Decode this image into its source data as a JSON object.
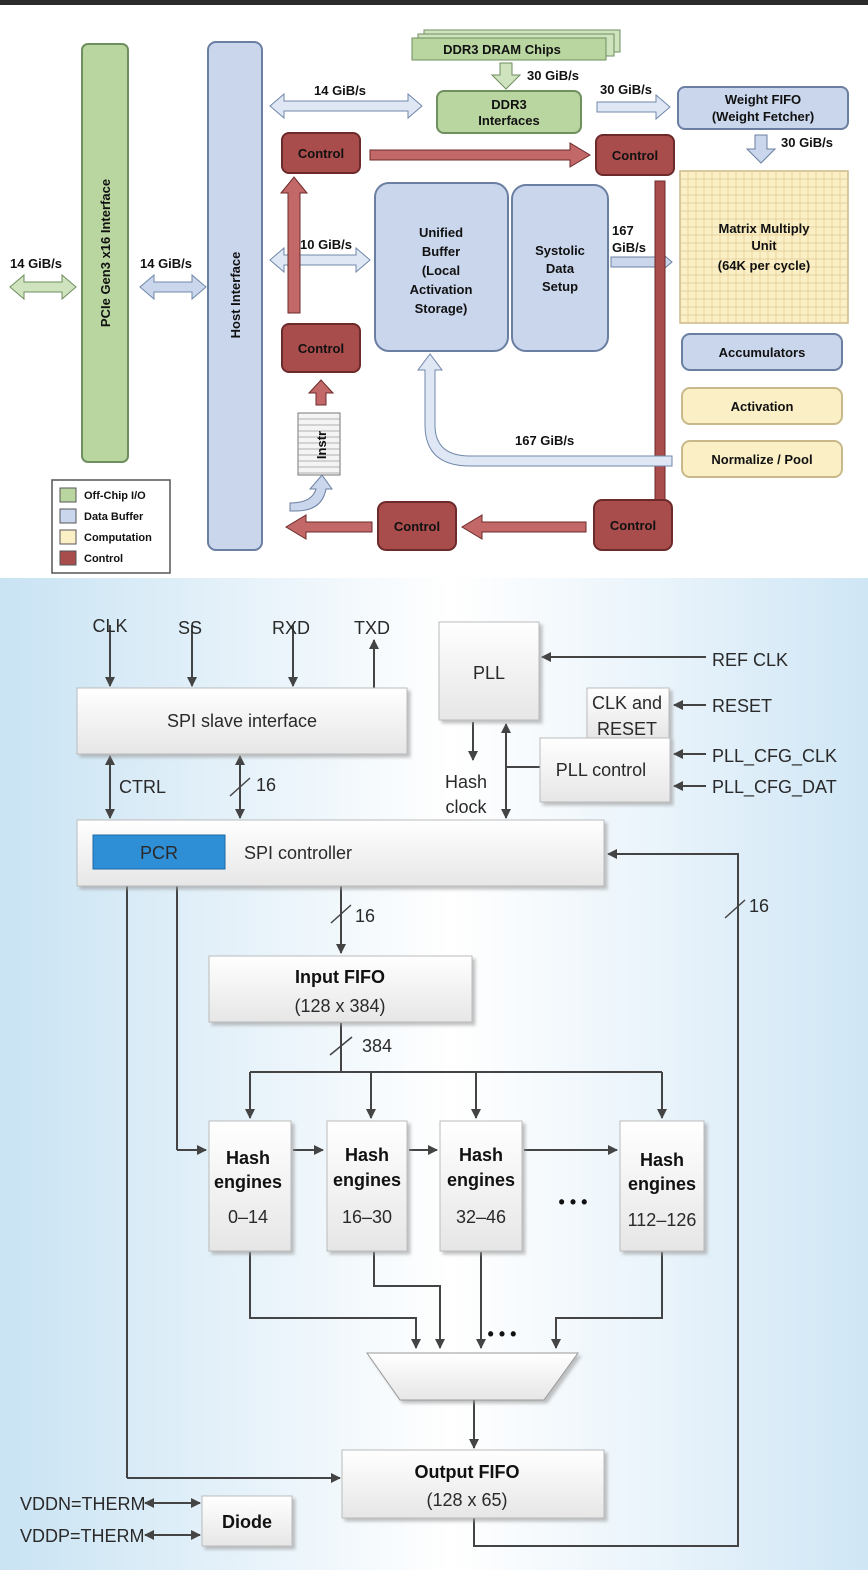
{
  "tpu": {
    "pcie": "PCIe Gen3 x16 Interface",
    "host": "Host Interface",
    "dram_chips": "DDR3 DRAM Chips",
    "ddr3_if_1": "DDR3",
    "ddr3_if_2": "Interfaces",
    "weight_fifo_1": "Weight FIFO",
    "weight_fifo_2": "(Weight Fetcher)",
    "control": "Control",
    "ub_1": "Unified",
    "ub_2": "Buffer",
    "ub_3": "(Local",
    "ub_4": "Activation",
    "ub_5": "Storage)",
    "sys_1": "Systolic",
    "sys_2": "Data",
    "sys_3": "Setup",
    "mmu_1": "Matrix Multiply",
    "mmu_2": "Unit",
    "mmu_3": "(64K per cycle)",
    "accumulators": "Accumulators",
    "activation": "Activation",
    "normalize": "Normalize / Pool",
    "instr": "Instr",
    "bw_14": "14 GiB/s",
    "bw_30": "30 GiB/s",
    "bw_10": "10 GiB/s",
    "bw_167": "167 GiB/s",
    "bw_167_a": "167",
    "bw_167_b": "GiB/s",
    "legend": {
      "offchip": "Off-Chip I/O",
      "databuf": "Data Buffer",
      "compute": "Computation",
      "control": "Control"
    },
    "colors": {
      "offchip": "#b9d6a1",
      "databuf": "#c9d6ec",
      "compute": "#fbefc6",
      "control": "#a94c4c"
    }
  },
  "hash": {
    "clk": "CLK",
    "ss": "SS",
    "rxd": "RXD",
    "txd": "TXD",
    "spi_slave": "SPI slave interface",
    "pll": "PLL",
    "ref_clk": "REF CLK",
    "clk_reset_1": "CLK and",
    "clk_reset_2": "RESET",
    "reset": "RESET",
    "pll_control": "PLL control",
    "pll_cfg_clk": "PLL_CFG_CLK",
    "pll_cfg_dat": "PLL_CFG_DAT",
    "ctrl": "CTRL",
    "w16": "16",
    "hash_clock_1": "Hash",
    "hash_clock_2": "clock",
    "pcr": "PCR",
    "spi_controller": "SPI controller",
    "input_fifo": "Input FIFO",
    "input_fifo_size": "(128 x 384)",
    "w384": "384",
    "engine_1": "Hash",
    "engine_2": "engines",
    "engines": [
      "0–14",
      "16–30",
      "32–46",
      "112–126"
    ],
    "ellipsis": "• • •",
    "output_fifo": "Output FIFO",
    "output_fifo_size": "(128 x 65)",
    "vddn": "VDDN=THERM",
    "vddp": "VDDP=THERM",
    "diode": "Diode"
  }
}
